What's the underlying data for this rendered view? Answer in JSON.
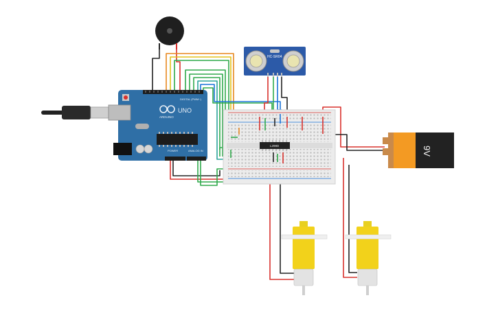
{
  "arduino": {
    "brand": "ARDUINO",
    "model": "UNO",
    "digital_label": "DIGITAL (PWM~)",
    "power_label": "POWER",
    "analog_label": "ANALOG IN",
    "board_color": "#2f6fa6",
    "accent_color": "#3a83c0"
  },
  "ultrasonic": {
    "label": "HC-SR04",
    "board_color": "#2c5aa8"
  },
  "driver_chip": {
    "label": "L298D"
  },
  "battery": {
    "label": "9V",
    "body_color": "#222222",
    "label_color": "#f39a23",
    "terminal_color": "#c98a4a"
  },
  "motor": {
    "body_color": "#f2d21b",
    "gear_color": "#e3e3e3"
  },
  "wire_colors": {
    "red": "#d9302c",
    "black": "#222222",
    "green": "#2ea94a",
    "orange": "#e8891f",
    "blue": "#1a73d9",
    "yellow": "#e3c21a",
    "teal": "#2aa39a"
  }
}
